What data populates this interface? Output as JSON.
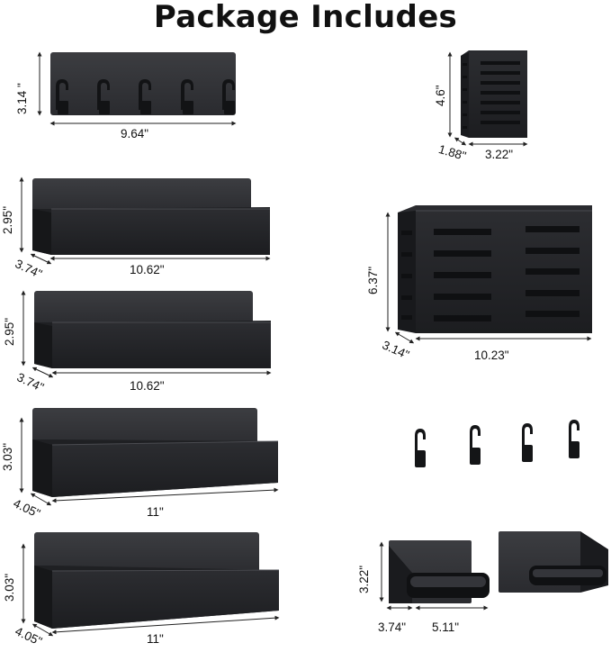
{
  "title": "Package Includes",
  "colors": {
    "product": "#222326",
    "product_dark": "#151618",
    "product_light": "#3a3b3f",
    "dim_line": "#222"
  },
  "items": {
    "hook_rack": {
      "height": "3.14 \"",
      "width": "9.64\""
    },
    "small_basket": {
      "height": "4.6\"",
      "depth": "1.88\"",
      "width": "3.22\""
    },
    "shelf_1": {
      "height": "2.95\"",
      "depth": "3.74\"",
      "width": "10.62\""
    },
    "shelf_2": {
      "height": "2.95\"",
      "depth": "3.74\"",
      "width": "10.62\""
    },
    "large_basket": {
      "height": "6.37\"",
      "depth": "3.14\"",
      "width": "10.23\""
    },
    "shelf_3": {
      "height": "3.03\"",
      "depth": "4.05\"",
      "width": "11\""
    },
    "shelf_4": {
      "height": "3.03\"",
      "depth": "4.05\"",
      "width": "11\""
    },
    "paper_holder": {
      "height": "3.22\"",
      "depth": "3.74\"",
      "width": "5.11\""
    }
  }
}
